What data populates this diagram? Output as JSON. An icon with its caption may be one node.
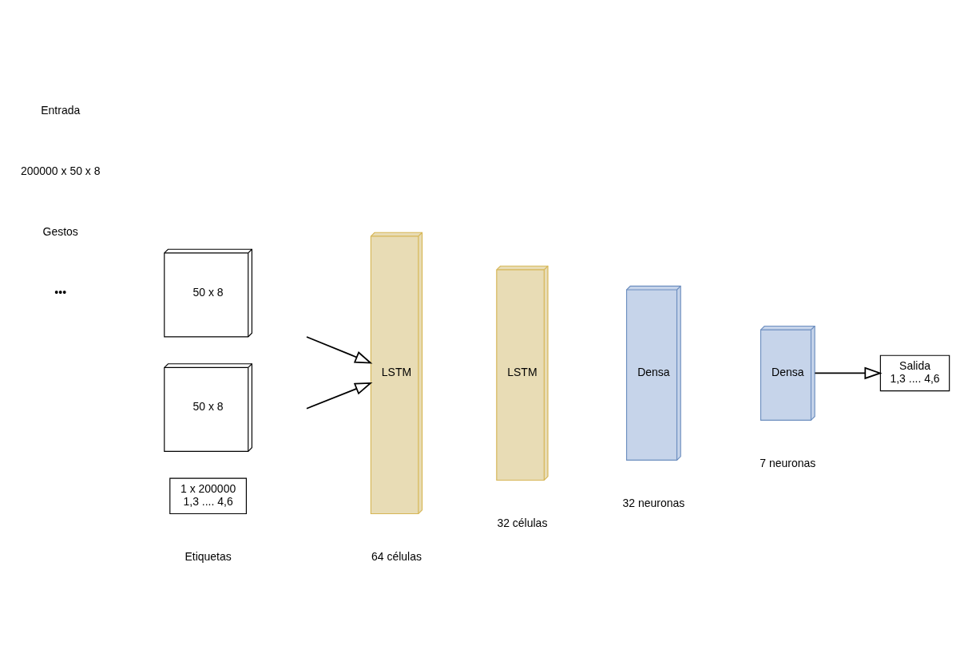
{
  "diagram": {
    "nodes": [
      {
        "text": [
          "50 x 8"
        ]
      },
      {
        "text": [
          "50 x 8"
        ]
      },
      {
        "text": [
          "1 x 200000",
          "1,3 .... 4,6"
        ],
        "beside": [
          "Etiquetas"
        ]
      },
      {
        "text": [
          "LSTM"
        ],
        "beside": [
          "64 células"
        ]
      },
      {
        "text": [
          "LSTM"
        ],
        "beside": [
          "32 células"
        ]
      },
      {
        "text": [
          "Densa"
        ],
        "beside": [
          "32 neuronas"
        ]
      },
      {
        "text": [
          "Densa"
        ],
        "beside": [
          "7 neuronas"
        ]
      },
      {
        "text": [
          "Salida",
          "1,3 .... 4,6"
        ]
      }
    ],
    "edges": [
      {
        "from": null,
        "to": 3,
        "arrow": "to"
      },
      {
        "from": null,
        "to": 3,
        "arrow": "to"
      },
      {
        "from": 6,
        "to": 7,
        "arrow": "to"
      }
    ],
    "labels": [
      "Entrada",
      "200000 x 50 x 8",
      "Gestos",
      "•••"
    ]
  }
}
